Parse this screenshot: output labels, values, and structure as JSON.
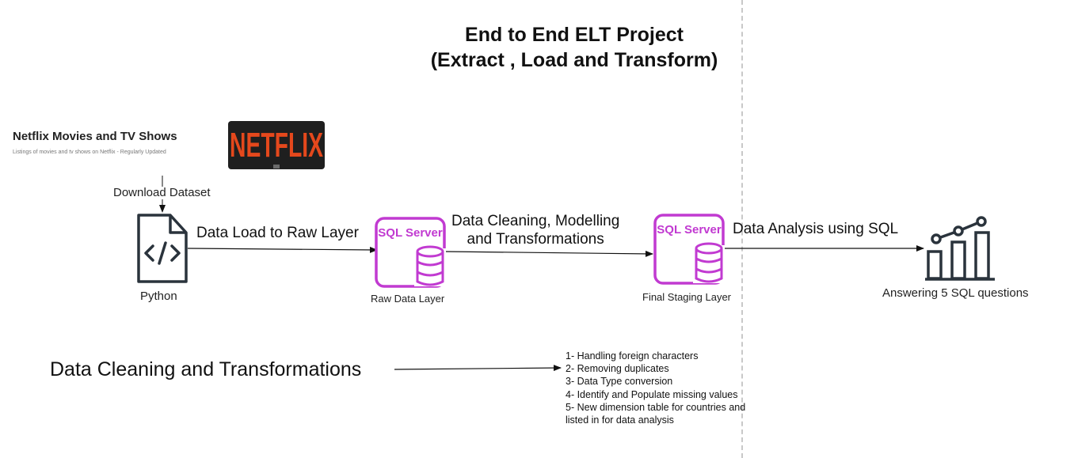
{
  "title": {
    "line1": "End to End ELT Project",
    "line2": "(Extract , Load and Transform)"
  },
  "dataset": {
    "title": "Netflix Movies and TV Shows",
    "subtitle": "Listings of movies and tv shows on Netflix - Regularly Updated",
    "logo_text": "NETFLIX",
    "download_label": "Download Dataset"
  },
  "nodes": {
    "python": {
      "label": "Python",
      "icon": "code-file-icon"
    },
    "raw": {
      "label": "Raw Data Layer",
      "badge": "SQL Server",
      "icon": "sql-server-icon"
    },
    "staging": {
      "label": "Final Staging Layer",
      "badge": "SQL Server",
      "icon": "sql-server-icon"
    },
    "analysis": {
      "label": "Answering 5 SQL questions",
      "icon": "bar-chart-icon"
    }
  },
  "edges": {
    "load": "Data Load to Raw Layer",
    "clean_line1": "Data Cleaning, Modelling",
    "clean_line2": "and Transformations",
    "analysis": "Data Analysis using SQL"
  },
  "cleaning": {
    "title": "Data Cleaning and Transformations",
    "steps": [
      "1- Handling foreign characters",
      "2- Removing duplicates",
      "3- Data Type conversion",
      "4- Identify and Populate missing values",
      "5- New dimension table for countries and",
      "listed in for data analysis"
    ]
  },
  "colors": {
    "sql_accent": "#c13ad1",
    "icon_dark": "#2a333c",
    "netflix_red": "#e5481c",
    "logo_bg": "#1f1f1f"
  }
}
